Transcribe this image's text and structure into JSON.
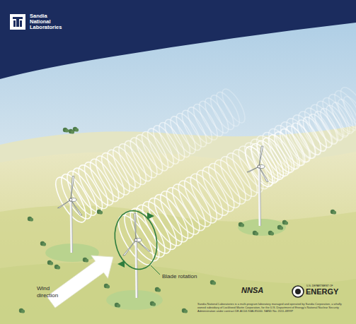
{
  "diagram": {
    "labels": [
      "Sandia National Laboratories",
      "Wind direction",
      "Blade rotation",
      "NNSA",
      "U.S. DEPARTMENT OF",
      "ENERGY",
      "Sandia National Laboratories is a multi-program laboratory managed and operated by Sandia Corporation, a wholly owned subsidiary of Lockheed Martin Corporation, for the U.S. Department of Energy's National Nuclear Security Administration under contract DE-AC04-94AL85000. SAND No. 2011-4899P"
    ]
  }
}
